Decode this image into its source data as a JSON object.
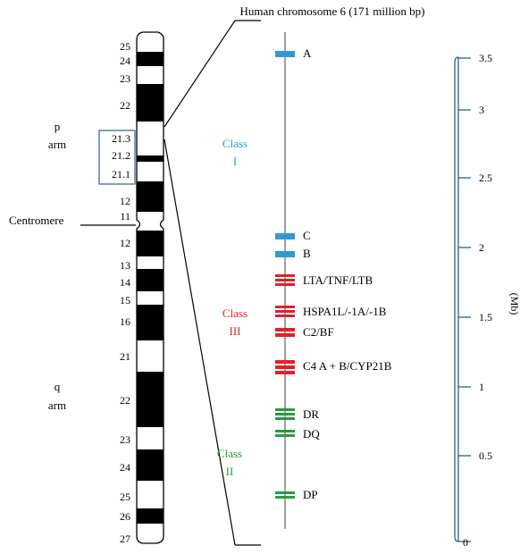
{
  "title": "Human chromosome 6 (171 million bp)",
  "arms": {
    "p_label": "p",
    "p_sub": "arm",
    "q_label": "q",
    "q_sub": "arm",
    "centromere": "Centromere"
  },
  "band_labels": [
    "25",
    "24",
    "23",
    "22",
    "21.3",
    "21.2",
    "21.1",
    "12",
    "11",
    "12",
    "13",
    "14",
    "15",
    "16",
    "21",
    "22",
    "23",
    "24",
    "25",
    "26",
    "27"
  ],
  "genes": [
    {
      "name": "A",
      "color": "#2e9ad6",
      "lines": 1
    },
    {
      "name": "C",
      "color": "#2e9ad6",
      "lines": 1
    },
    {
      "name": "B",
      "color": "#2e9ad6",
      "lines": 1
    },
    {
      "name": "LTA/TNF/LTB",
      "color": "#e02127",
      "lines": 3
    },
    {
      "name": "HSPA1L/-1A/-1B",
      "color": "#e02127",
      "lines": 3
    },
    {
      "name": "C2/BF",
      "color": "#e02127",
      "lines": 2
    },
    {
      "name": "C4 A  + B/CYP21B",
      "color": "#e02127",
      "lines": 3
    },
    {
      "name": "DR",
      "color": "#2a9a44",
      "lines": 3
    },
    {
      "name": "DQ",
      "color": "#2a9a44",
      "lines": 2
    },
    {
      "name": "DP",
      "color": "#2a9a44",
      "lines": 2
    }
  ],
  "classes": [
    {
      "line1": "Class",
      "line2": "I",
      "color": "#2e9ad6"
    },
    {
      "line1": "Class",
      "line2": "III",
      "color": "#e02127"
    },
    {
      "line1": "Class",
      "line2": "II",
      "color": "#2a9a44"
    }
  ],
  "axis": {
    "label": "(Mb)",
    "ticks": [
      "3.5",
      "3",
      "2.5",
      "2",
      "1.5",
      "1",
      "0.5",
      "0"
    ],
    "color": "#2a5f8f"
  }
}
